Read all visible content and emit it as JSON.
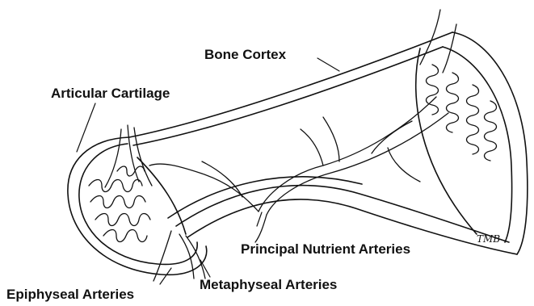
{
  "labels": {
    "bone_cortex": "Bone Cortex",
    "articular_cartilage": "Articular Cartilage",
    "principal_nutrient_arteries": "Principal Nutrient Arteries",
    "epiphyseal_arteries": "Epiphyseal Arteries",
    "metaphyseal_arteries": "Metaphyseal Arteries"
  },
  "signature": "TMB",
  "colors": {
    "ink": "#111111",
    "background": "#ffffff"
  }
}
